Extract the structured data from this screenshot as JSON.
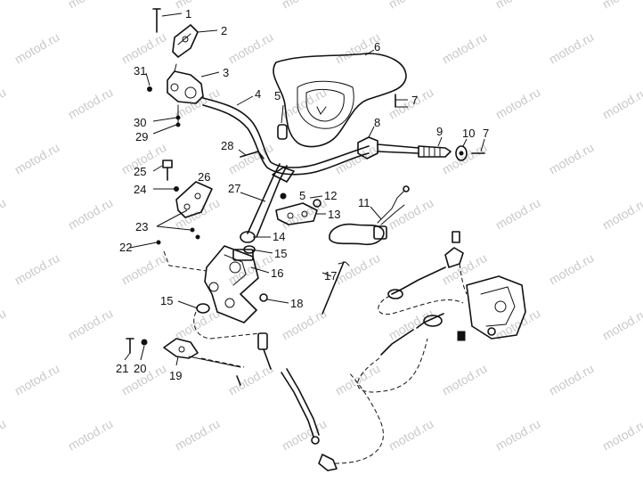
{
  "watermark": "motod.ru",
  "callouts": [
    "1",
    "2",
    "3",
    "4",
    "5",
    "6",
    "7",
    "8",
    "9",
    "10",
    "11",
    "12",
    "13",
    "14",
    "15",
    "16",
    "17",
    "18",
    "19",
    "20",
    "21",
    "22",
    "23",
    "24",
    "25",
    "26",
    "27",
    "28",
    "29",
    "30",
    "31"
  ],
  "colors": {
    "ink": "#111111",
    "watermark": "#c9c9c9",
    "background": "#ffffff"
  }
}
